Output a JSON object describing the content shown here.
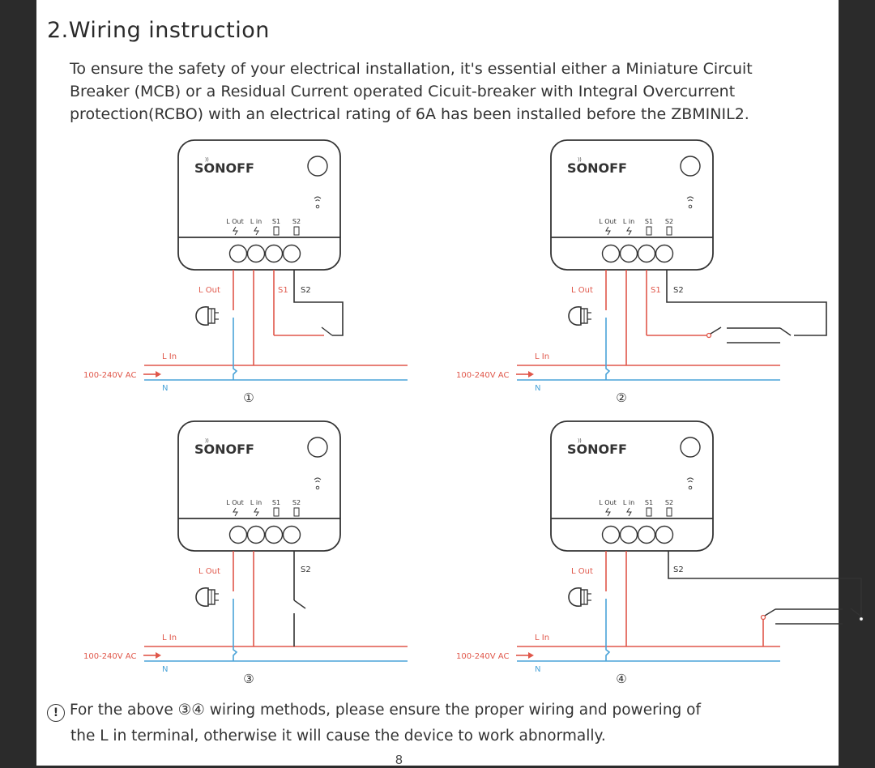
{
  "heading": "2.Wiring instruction",
  "intro": "To ensure the safety of your electrical installation, it's essential either a Miniature Circuit Breaker (MCB) or a Residual Current operated Cicuit-breaker with Integral Overcurrent protection(RCBO) with an electrical rating of 6A has been installed before the ZBMINIL2.",
  "device": {
    "brand": "SONOFF",
    "terminal_labels": [
      "L Out",
      "L in",
      "S1",
      "S2"
    ]
  },
  "wires": {
    "l_out": "L Out",
    "s1": "S1",
    "s2": "S2",
    "l_in": "L In",
    "n": "N",
    "supply": "100-240V AC"
  },
  "diagram_numbers": [
    "①",
    "②",
    "③",
    "④"
  ],
  "colors": {
    "live": "#e0574a",
    "neutral": "#4aa3d8",
    "line": "#333333"
  },
  "icons": [
    "warning-icon",
    "lightbulb-icon",
    "switch-icon",
    "wifi-icon"
  ],
  "note": {
    "line1": "For the above ③④ wiring methods, please ensure the proper wiring and powering of",
    "line2": "the L in terminal, otherwise it will cause the device to work abnormally."
  },
  "page_number": "8"
}
